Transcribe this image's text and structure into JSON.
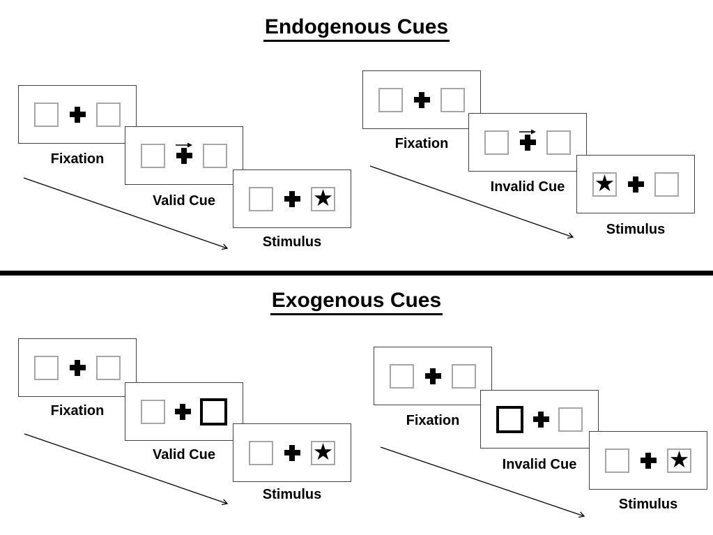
{
  "diagram": {
    "sections": [
      {
        "title": "Endogenous Cues",
        "sequences": [
          {
            "variant": "valid",
            "steps": [
              {
                "label": "Fixation",
                "type": "fixation"
              },
              {
                "label": "Valid Cue",
                "type": "central-arrow-cue",
                "cue_direction": "right"
              },
              {
                "label": "Stimulus",
                "type": "stimulus",
                "star_side": "right"
              }
            ]
          },
          {
            "variant": "invalid",
            "steps": [
              {
                "label": "Fixation",
                "type": "fixation"
              },
              {
                "label": "Invalid Cue",
                "type": "central-arrow-cue",
                "cue_direction": "right"
              },
              {
                "label": "Stimulus",
                "type": "stimulus",
                "star_side": "left"
              }
            ]
          }
        ]
      },
      {
        "title": "Exogenous Cues",
        "sequences": [
          {
            "variant": "valid",
            "steps": [
              {
                "label": "Fixation",
                "type": "fixation"
              },
              {
                "label": "Valid Cue",
                "type": "peripheral-box-cue",
                "cue_side": "right"
              },
              {
                "label": "Stimulus",
                "type": "stimulus",
                "star_side": "right"
              }
            ]
          },
          {
            "variant": "invalid",
            "steps": [
              {
                "label": "Fixation",
                "type": "fixation"
              },
              {
                "label": "Invalid Cue",
                "type": "peripheral-box-cue",
                "cue_side": "left"
              },
              {
                "label": "Stimulus",
                "type": "stimulus",
                "star_side": "right"
              }
            ]
          }
        ]
      }
    ],
    "icons": {
      "star": "★",
      "fixation_cross": "+",
      "cue_arrow": "→"
    },
    "colors": {
      "ink": "#000000",
      "panel_border": "#404040",
      "box_border": "#a6a6a6"
    }
  }
}
